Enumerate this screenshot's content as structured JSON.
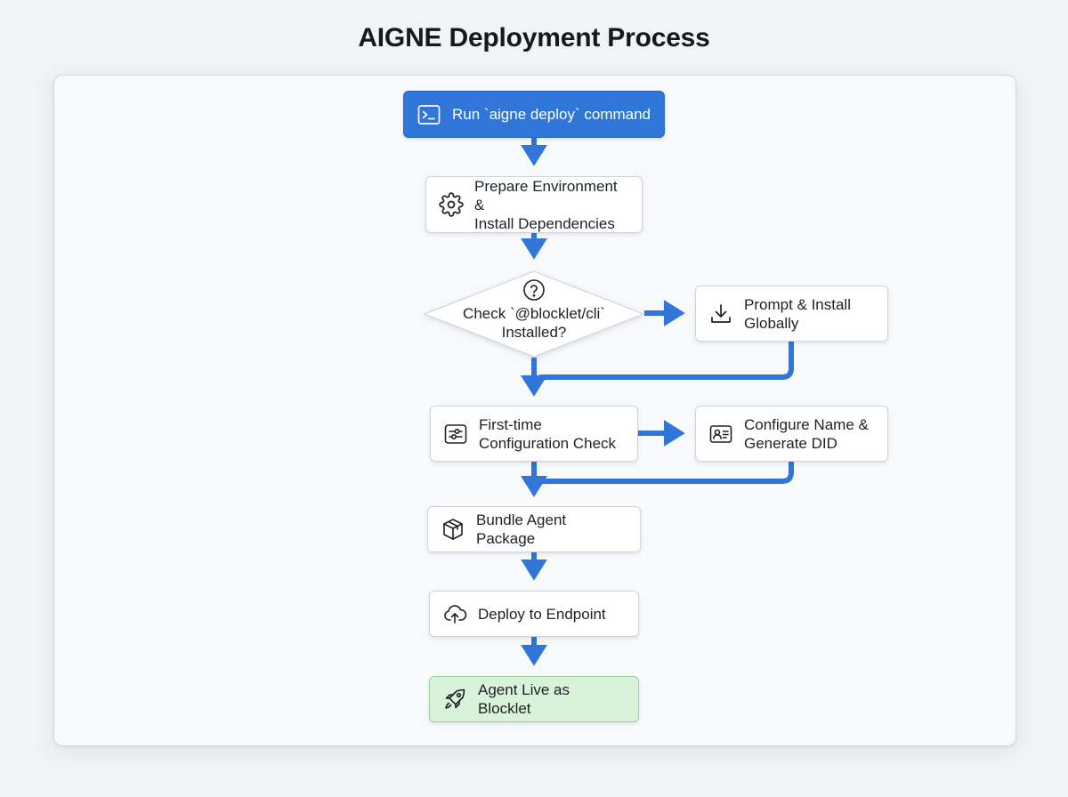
{
  "title": "AIGNE Deployment Process",
  "nodes": {
    "run_deploy": {
      "label": "Run `aigne deploy` command",
      "icon": "terminal-icon"
    },
    "prepare_env": {
      "label": "Prepare Environment &\nInstall Dependencies",
      "icon": "gear-icon"
    },
    "check_cli": {
      "label": "Check `@blocklet/cli`\nInstalled?",
      "icon": "question-circle-icon"
    },
    "prompt_install": {
      "label": "Prompt & Install\nGlobally",
      "icon": "download-icon"
    },
    "config_check": {
      "label": "First-time\nConfiguration Check",
      "icon": "sliders-icon"
    },
    "configure_did": {
      "label": "Configure Name &\nGenerate DID",
      "icon": "id-card-icon"
    },
    "bundle": {
      "label": "Bundle Agent Package",
      "icon": "package-icon"
    },
    "deploy_endpoint": {
      "label": "Deploy to Endpoint",
      "icon": "cloud-upload-icon"
    },
    "agent_live": {
      "label": "Agent Live as Blocklet",
      "icon": "rocket-icon"
    }
  },
  "colors": {
    "arrow": "#2f76d8",
    "start_fill": "#2f76d8",
    "end_fill": "#d9f2da"
  }
}
